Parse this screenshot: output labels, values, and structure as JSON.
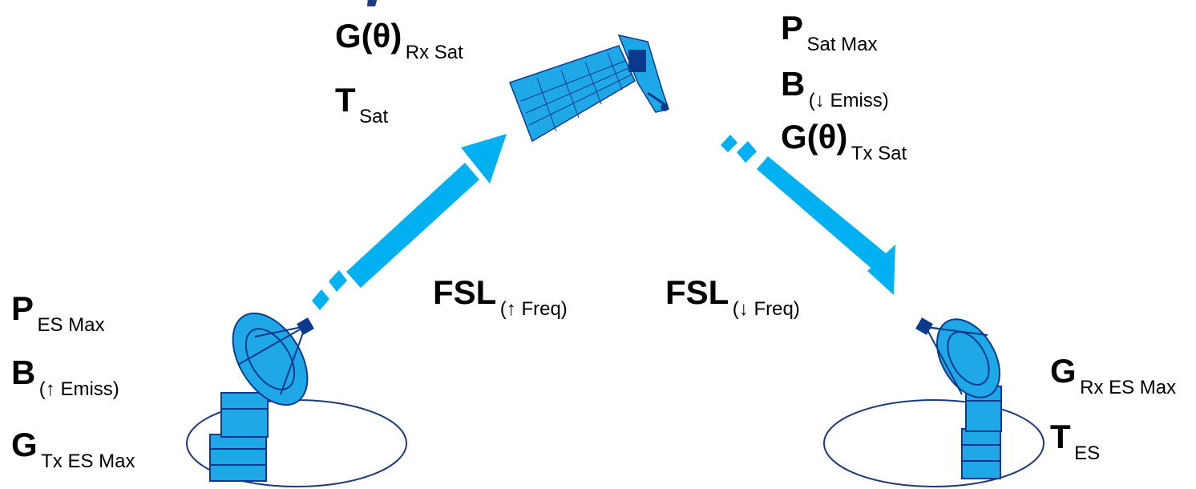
{
  "colors": {
    "arrow": "#00B0F0",
    "equipment": "#1FA8E8",
    "equipment_dark": "#0B3A8C",
    "ellipse": "#1F3A7A",
    "text": "#000000"
  },
  "icons": {
    "satellite": "satellite-icon",
    "earth_station_tx": "dish-antenna-icon",
    "earth_station_rx": "dish-antenna-icon"
  },
  "labels": {
    "sat_rx": [
      {
        "main": "G(θ)",
        "sub": "Rx Sat"
      },
      {
        "main": "T",
        "sub": "Sat"
      }
    ],
    "sat_tx": [
      {
        "main": "P",
        "sub": "Sat Max"
      },
      {
        "main": "B",
        "sub": "(↓ Emiss)"
      },
      {
        "main": "G(θ)",
        "sub": "Tx Sat"
      }
    ],
    "es_tx": [
      {
        "main": "P",
        "sub": "ES Max"
      },
      {
        "main": "B",
        "sub": "(↑ Emiss)"
      },
      {
        "main": "G",
        "sub": "Tx ES Max"
      }
    ],
    "es_rx": [
      {
        "main": "G",
        "sub": "Rx ES Max"
      },
      {
        "main": "T",
        "sub": "ES"
      }
    ],
    "uplink_fsl": {
      "main": "FSL",
      "sub": "(↑ Freq)"
    },
    "downlink_fsl": {
      "main": "FSL",
      "sub": "(↓ Freq)"
    }
  }
}
